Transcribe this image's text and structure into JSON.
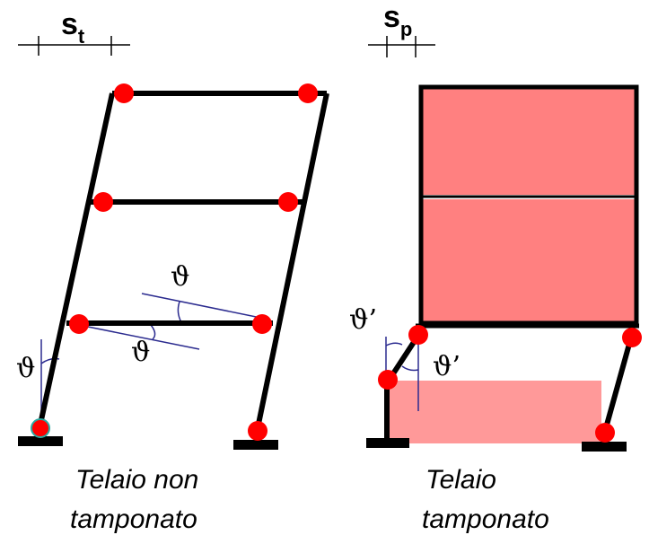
{
  "left_frame": {
    "drift_symbol": "s",
    "drift_subscript": "t",
    "caption_line1": "Telaio non",
    "caption_line2": "tamponato",
    "angle_labels": [
      "ϑ",
      "ϑ",
      "ϑ"
    ]
  },
  "right_frame": {
    "drift_symbol": "s",
    "drift_subscript": "p",
    "caption_line1": "Telaio",
    "caption_line2": "tamponato",
    "angle_labels": [
      "ϑ’",
      "ϑ’"
    ]
  },
  "colors": {
    "frame": "#000000",
    "hinge": "#ff0000",
    "infill": "#ff8080",
    "angle_line": "#2b2b8f",
    "base_hinge_stroke": "#2aa9a0"
  }
}
